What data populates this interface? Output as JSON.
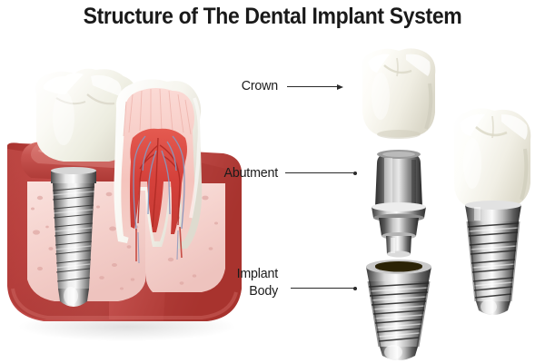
{
  "page": {
    "title": "Structure of The Dental Implant System",
    "background_color": "#ffffff",
    "title_color": "#1a1a1a"
  },
  "labels": [
    {
      "id": "crown",
      "text": "Crown",
      "text2": "",
      "points_to": "crown-part"
    },
    {
      "id": "abutment",
      "text": "Abutment",
      "text2": "",
      "points_to": "abutment-part"
    },
    {
      "id": "implant-body",
      "text": "Implant",
      "text2": "Body",
      "points_to": "implant-body-part"
    }
  ],
  "illustration": {
    "cross_section": {
      "name": "jaw-cross-section",
      "parts": [
        "gum-tissue",
        "bone-tissue",
        "implant-crown",
        "implant-screw",
        "natural-tooth",
        "tooth-enamel",
        "tooth-dentin",
        "tooth-pulp",
        "root-canal-artery",
        "root-canal-vein"
      ]
    },
    "exploded_view": {
      "name": "exploded-implant-parts",
      "parts": [
        "crown",
        "abutment",
        "implant-body"
      ]
    },
    "assembled_view": {
      "name": "assembled-implant",
      "parts": [
        "crown",
        "collar",
        "screw-body"
      ]
    }
  },
  "colors": {
    "gum_dark": "#b03a3d",
    "gum_mid": "#c0504e",
    "gum_light": "#cf6460",
    "bone_pink": "#f6d5d1",
    "bone_speckle": "#e0aca8",
    "enamel_white": "#fdfdfb",
    "dentin_pink": "#f6c3bd",
    "pulp_red": "#d8423c",
    "vessel_blue": "#8e9fc4",
    "metal_light": "#f0f0f0",
    "metal_mid": "#9a9a9a",
    "metal_dark": "#3d3d3d",
    "crown_ivory": "#f7f5ee",
    "socket_dark": "#4a3c1c",
    "label_text": "#1b1b1b",
    "leader_line": "#2a2a2a"
  }
}
